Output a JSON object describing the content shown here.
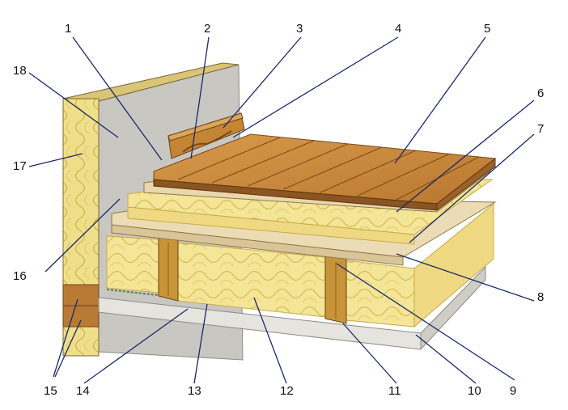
{
  "callouts": [
    {
      "id": "1",
      "label": "1"
    },
    {
      "id": "2",
      "label": "2"
    },
    {
      "id": "3",
      "label": "3"
    },
    {
      "id": "4",
      "label": "4"
    },
    {
      "id": "5",
      "label": "5"
    },
    {
      "id": "6",
      "label": "6"
    },
    {
      "id": "7",
      "label": "7"
    },
    {
      "id": "8",
      "label": "8"
    },
    {
      "id": "9",
      "label": "9"
    },
    {
      "id": "10",
      "label": "10"
    },
    {
      "id": "11",
      "label": "11"
    },
    {
      "id": "12",
      "label": "12"
    },
    {
      "id": "13",
      "label": "13"
    },
    {
      "id": "14",
      "label": "14"
    },
    {
      "id": "15",
      "label": "15"
    },
    {
      "id": "16",
      "label": "16"
    },
    {
      "id": "17",
      "label": "17"
    },
    {
      "id": "18",
      "label": "18"
    }
  ],
  "colors": {
    "plank_top": "#c98a3e",
    "plank_edge": "#8a5520",
    "insulation": "#f2e08c",
    "insulation_line": "#d9c060",
    "board": "#ead9b0",
    "joist": "#c8943a",
    "wall_plaster": "#c9c7c2",
    "ceiling": "#e6e4de"
  }
}
